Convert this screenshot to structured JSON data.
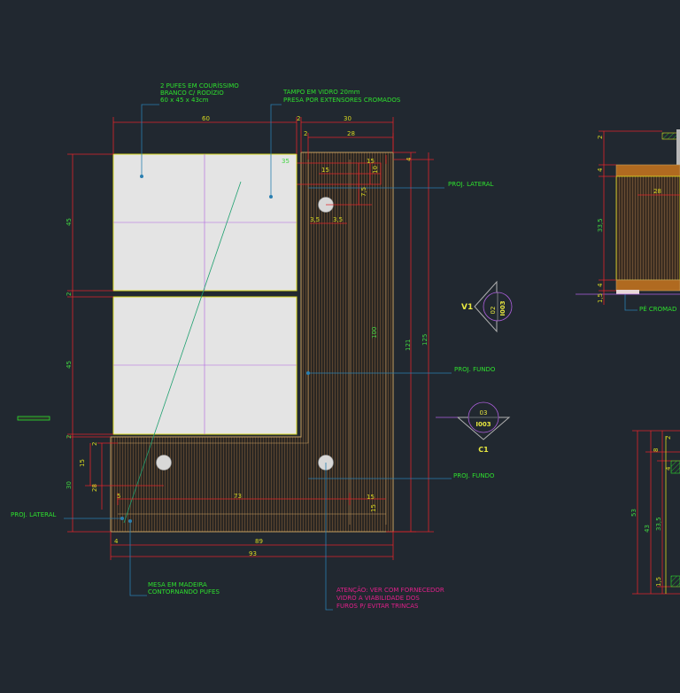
{
  "colors": {
    "background": "#212830",
    "dimension": "#e0252a",
    "dimension_text": "#d9d920",
    "dimension_text_alt": "#41d641",
    "note_text": "#2ee02e",
    "warning_text": "#e0208a",
    "leader": "#2a7fb0",
    "wood_outline": "#c8a060",
    "glass_outline": "#d9d920",
    "pouf_fill": "#e4e4e4"
  },
  "notes": {
    "poufs_l1": "2 PUFES EM COURÍSSIMO",
    "poufs_l2": "BRANCO C/ RODÍZIO",
    "poufs_l3": "60 x 45 x 43cm",
    "glass_l1": "TAMPO EM VIDRO 20mm",
    "glass_l2": "PRESA POR EXTENSORES CROMADOS",
    "proj_lateral_right": "PROJ. LATERAL",
    "proj_fundo_1": "PROJ. FUNDO",
    "proj_fundo_2": "PROJ. FUNDO",
    "proj_lateral_left": "PROJ. LATERAL",
    "table_l1": "MESA EM MADEIRA",
    "table_l2": "CONTORNANDO PUFES",
    "warn_l1": "ATENÇÃO: VER COM FORNECEDOR",
    "warn_l2": "VIDRO A VIABILIDADE DOS",
    "warn_l3": "FUROS P/ EVITAR TRINCAS",
    "pe_cromado": "PÉ CROMAD"
  },
  "markers": {
    "v1": {
      "label": "V1",
      "top": "02",
      "bottom": "I003"
    },
    "c1": {
      "label": "C1",
      "top": "03",
      "bottom": "I003"
    }
  },
  "dims_top": {
    "d60": "60",
    "d2a": "2",
    "d30": "30",
    "d2b": "2",
    "d28": "28",
    "d35": "35",
    "d15a": "15",
    "d15b": "15",
    "d10": "10",
    "d4": "4",
    "d75": "7,5",
    "d35b": "3,5",
    "d35c": "3,5"
  },
  "dims_left": {
    "d45a": "45",
    "d2a": "2",
    "d45b": "45",
    "d2b": "2",
    "d30": "30",
    "d15": "15",
    "d28": "28",
    "d2c": "2"
  },
  "dims_right": {
    "d100": "100",
    "d121": "121",
    "d125": "125",
    "d15": "15",
    "d15b": "15"
  },
  "dims_bottom": {
    "d5": "5",
    "d73": "73",
    "d4": "4",
    "d89": "89",
    "d93": "93"
  },
  "side_view_top": {
    "d2": "2",
    "d4a": "4",
    "d28": "28",
    "d335": "33,5",
    "d4b": "4",
    "d15": "1,5"
  },
  "side_view_bottom": {
    "d2": "2",
    "d8": "8",
    "d4": "4",
    "d53": "53",
    "d43": "43",
    "d335": "33,5",
    "d15": "1,5"
  }
}
